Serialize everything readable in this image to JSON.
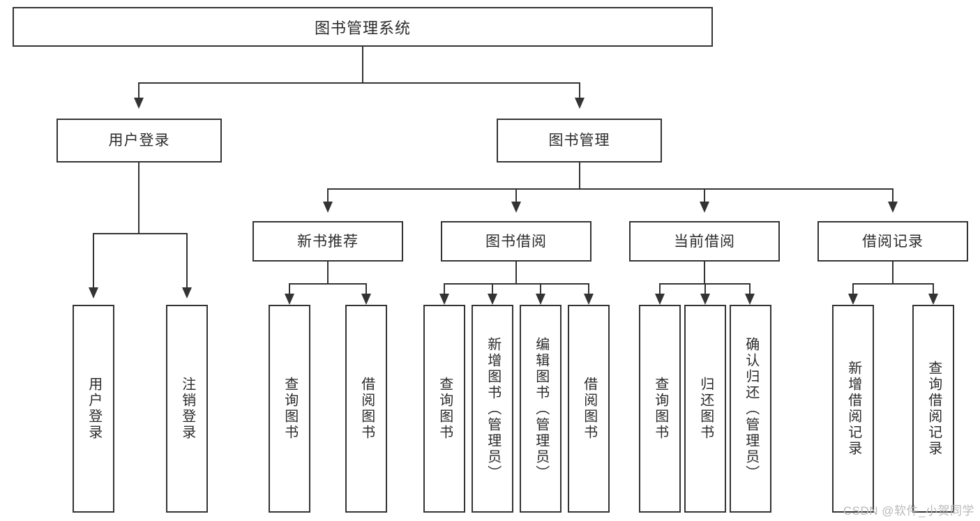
{
  "diagram": {
    "type": "tree",
    "title": "图书管理系统",
    "root": {
      "label": "图书管理系统",
      "children": [
        {
          "label": "用户登录",
          "children": [
            {
              "label": "用户登录"
            },
            {
              "label": "注销登录"
            }
          ]
        },
        {
          "label": "图书管理",
          "children": [
            {
              "label": "新书推荐",
              "children": [
                {
                  "label": "查询图书"
                },
                {
                  "label": "借阅图书"
                }
              ]
            },
            {
              "label": "图书借阅",
              "children": [
                {
                  "label": "查询图书"
                },
                {
                  "label": "新增图书（管理员）"
                },
                {
                  "label": "编辑图书（管理员）"
                },
                {
                  "label": "借阅图书"
                }
              ]
            },
            {
              "label": "当前借阅",
              "children": [
                {
                  "label": "查询图书"
                },
                {
                  "label": "归还图书"
                },
                {
                  "label": "确认归还（管理员）"
                }
              ]
            },
            {
              "label": "借阅记录",
              "children": [
                {
                  "label": "新增借阅记录"
                },
                {
                  "label": "查询借阅记录"
                }
              ]
            }
          ]
        }
      ]
    }
  },
  "nodes": {
    "root": "图书管理系统",
    "user_login": "用户登录",
    "book_manage": "图书管理",
    "new_book_rec": "新书推荐",
    "book_borrow": "图书借阅",
    "current_borrow": "当前借阅",
    "borrow_record": "借阅记录",
    "leaf_user_login": "用户登录",
    "leaf_logout": "注销登录",
    "leaf_query_book_a": "查询图书",
    "leaf_borrow_book_a": "借阅图书",
    "leaf_query_book_b": "查询图书",
    "leaf_add_book": "新增图书（管理员）",
    "leaf_edit_book": "编辑图书（管理员）",
    "leaf_borrow_book_b": "借阅图书",
    "leaf_query_book_c": "查询图书",
    "leaf_return_book": "归还图书",
    "leaf_confirm_return": "确认归还（管理员）",
    "leaf_add_record": "新增借阅记录",
    "leaf_query_record": "查询借阅记录"
  },
  "watermark": {
    "text": "CSDN @软件_小贺同学"
  },
  "colors": {
    "stroke": "#333333",
    "fill": "#ffffff",
    "text": "#2b2b2b",
    "watermark": "#b9b9b9"
  }
}
